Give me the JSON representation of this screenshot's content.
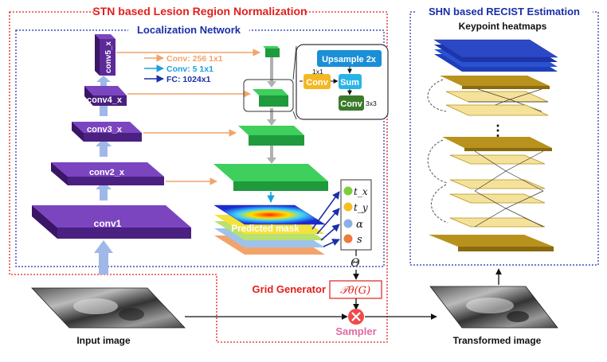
{
  "stn": {
    "title": "STN based Lesion Region Normalization",
    "localization_title": "Localization Network",
    "layers": [
      "conv5_x",
      "conv4_x",
      "conv3_x",
      "conv2_x",
      "conv1"
    ],
    "legend": [
      "Conv: 256 1x1",
      "Conv: 5 1x1",
      "FC: 1024x1"
    ],
    "inset": {
      "upsample": "Upsample 2x",
      "conv": "Conv",
      "sum": "Sum",
      "conv2": "Conv",
      "k1": "1x1",
      "k3": "3x3"
    },
    "predicted_mask": "Predicted mask",
    "params": [
      "t_x",
      "t_y",
      "α",
      "s"
    ],
    "theta": "Θ",
    "grid_generator": "Grid Generator",
    "grid_formula": "𝒯θ(G)",
    "sampler": "Sampler",
    "input_label": "Input image"
  },
  "shn": {
    "title": "SHN based RECIST Estimation",
    "heatmaps": "Keypoint heatmaps",
    "dots": "⋮",
    "output_label": "Transformed image"
  },
  "colors": {
    "red": "#e0201c",
    "blue": "#1a2fa8",
    "purple": "#5b2a98",
    "green": "#1f9a3c",
    "gold": "#b8921c",
    "orange": "#f2a36b"
  }
}
